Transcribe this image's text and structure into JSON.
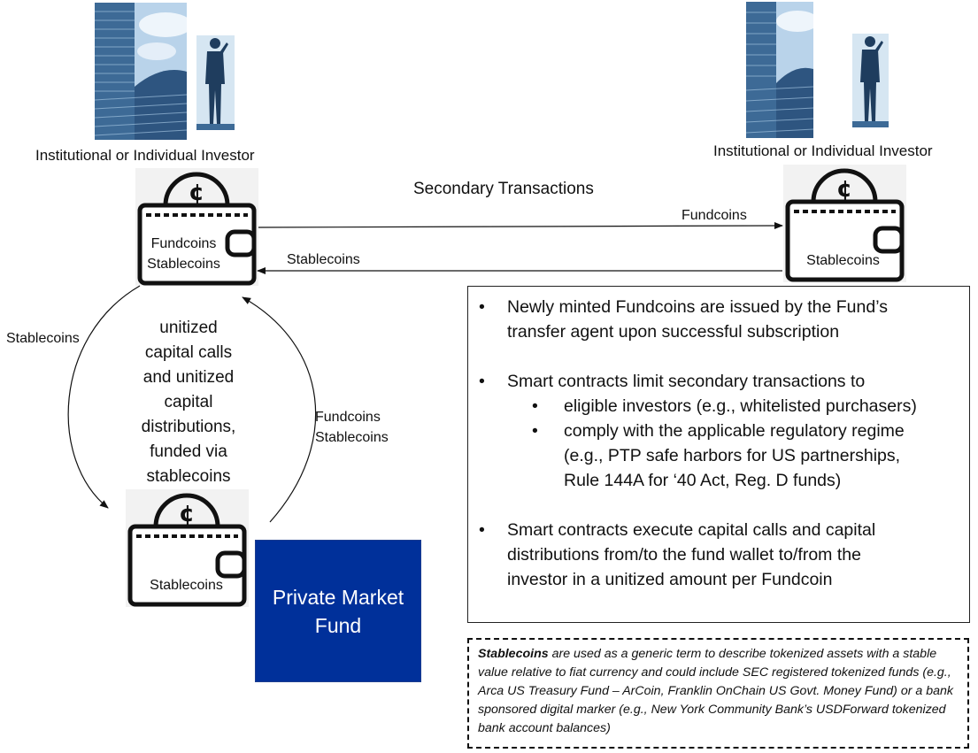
{
  "diagram": {
    "title": "Secondary Transactions",
    "investor_left": {
      "label": "Institutional or Individual Investor"
    },
    "investor_right": {
      "label": "Institutional or Individual Investor"
    },
    "wallet_left": {
      "lines": [
        "Fundcoins",
        "Stablecoins"
      ]
    },
    "wallet_right": {
      "lines": [
        "Stablecoins"
      ]
    },
    "wallet_fund": {
      "lines": [
        "Stablecoins"
      ]
    },
    "arrows": {
      "fundcoins_right": "Fundcoins",
      "stablecoins_left": "Stablecoins",
      "stablecoins_down": "Stablecoins",
      "fundcoins_stablecoins_up": [
        "Fundcoins",
        "Stablecoins"
      ]
    },
    "center_text": [
      "unitized",
      "capital calls",
      "and unitized",
      "capital",
      "distributions,",
      "funded via",
      "stablecoins"
    ],
    "fund": {
      "lines": [
        "Private Market",
        "Fund"
      ]
    },
    "bullets": [
      {
        "lines": [
          "Newly minted Fundcoins are issued by the Fund’s",
          "transfer agent upon successful subscription"
        ]
      },
      {
        "lines": [
          "Smart contracts limit secondary transactions to"
        ],
        "sub": [
          {
            "lines": [
              "eligible investors (e.g., whitelisted purchasers)"
            ]
          },
          {
            "lines": [
              "comply with the applicable regulatory regime",
              "(e.g., PTP safe harbors for US partnerships,",
              "Rule 144A for ‘40 Act, Reg. D funds)"
            ]
          }
        ]
      },
      {
        "lines": [
          "Smart contracts execute capital calls and capital",
          "distributions from/to the fund wallet to/from the",
          "investor in a unitized amount per Fundcoin"
        ]
      }
    ],
    "bullet_char": "•",
    "note": {
      "bold": "Stablecoins",
      "text": " are used as a generic term to describe tokenized assets with a stable value relative to fiat currency and could include SEC registered tokenized funds (e.g., Arca US Treasury Fund – ArCoin, Franklin OnChain US Govt. Money Fund) or a bank sponsored digital marker (e.g., New York Community Bank’s USDForward tokenized bank account balances)"
    },
    "colors": {
      "fund_blue": "#00309a",
      "building_blue": "#3d6a96",
      "sky": "#b9d3ea",
      "person": "#1f3d5e"
    }
  }
}
